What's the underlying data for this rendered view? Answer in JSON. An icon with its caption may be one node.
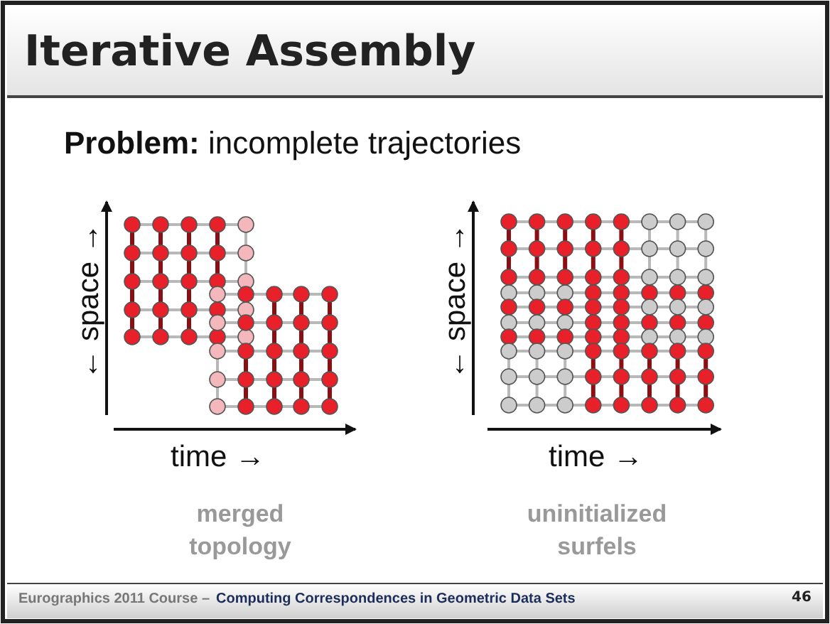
{
  "diagram": {
    "title": "Iterative Assembly",
    "labels": [
      "**Problem:** incomplete trajectories",
      "← space →",
      "time →",
      "merged topology",
      "← space →",
      "time →",
      "uninitialized surfels",
      "Eurographics 2011 Course –",
      "Computing Correspondences in Geometric Data Sets",
      "46"
    ]
  }
}
